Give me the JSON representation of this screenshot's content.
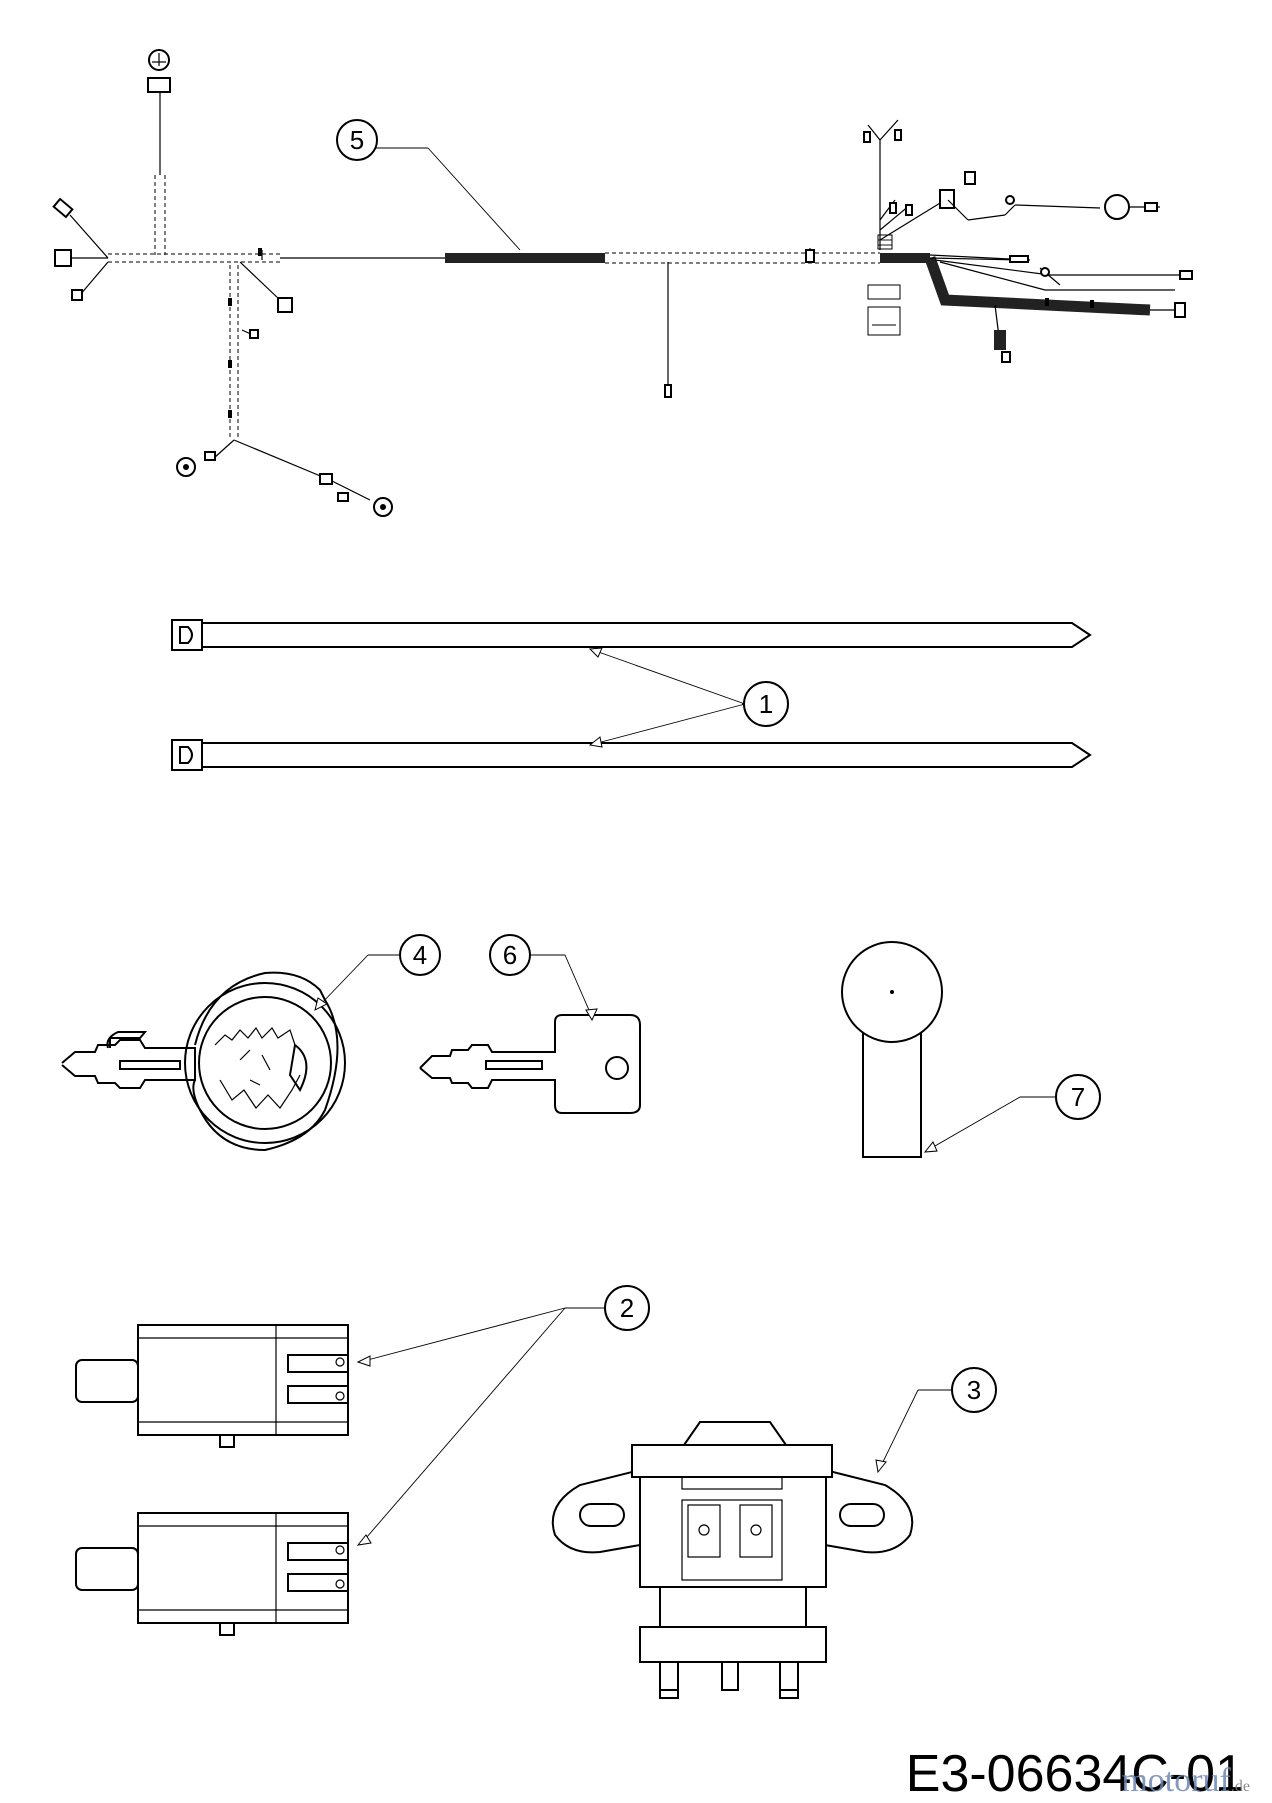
{
  "callouts": {
    "c1": "1",
    "c2": "2",
    "c3": "3",
    "c4": "4",
    "c5": "5",
    "c6": "6",
    "c7": "7"
  },
  "drawing_code": "E3-06634C-01",
  "watermark": {
    "text": "motoruf",
    "tld": ".de"
  },
  "colors": {
    "line": "#000000",
    "background": "#ffffff",
    "watermark": "#6f87b4"
  }
}
